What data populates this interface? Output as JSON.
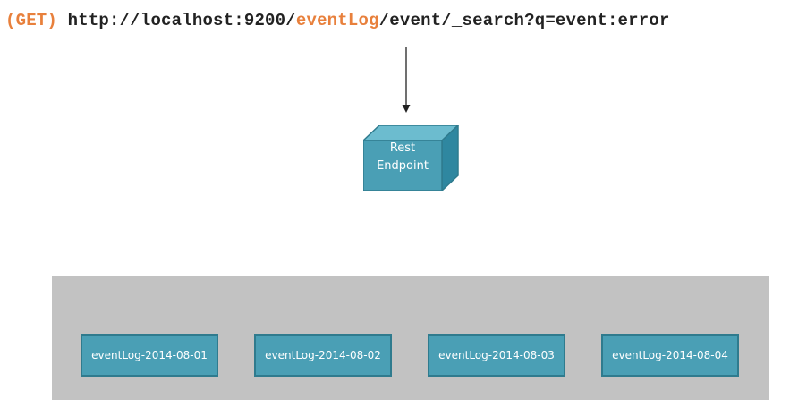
{
  "request": {
    "method": "(GET)",
    "url_prefix": "http://localhost:9200/",
    "index_name": "eventLog",
    "url_suffix": "/event/_search?q=event:error"
  },
  "endpoint": {
    "line1": "Rest",
    "line2": "Endpoint"
  },
  "indices": [
    {
      "label": "eventLog-2014-08-01"
    },
    {
      "label": "eventLog-2014-08-02"
    },
    {
      "label": "eventLog-2014-08-03"
    },
    {
      "label": "eventLog-2014-08-04"
    }
  ],
  "colors": {
    "accent": "#e8803c",
    "node_fill": "#4a9fb5",
    "cluster_bg": "#c2c2c2"
  }
}
